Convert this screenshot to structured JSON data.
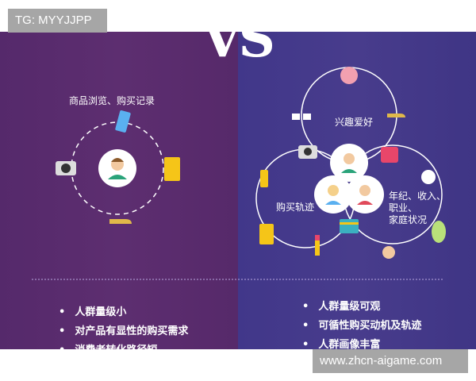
{
  "watermark_top": "TG: MYYJJPP",
  "watermark_bottom": "www.zhcn-aigame.com",
  "vs": "VS",
  "left": {
    "circle_label": "商品浏览、购买记录",
    "bullets": [
      "人群量级小",
      "对产品有显性的购买需求",
      "消费者转化路径短"
    ]
  },
  "right": {
    "labels": {
      "interest": "兴趣爱好",
      "purchase": "购买轨迹",
      "demographics": [
        "年纪、收入、",
        "职业、",
        "家庭状况"
      ]
    },
    "bullets": [
      "人群量级可观",
      "可循性购买动机及轨迹",
      "人群画像丰富"
    ]
  },
  "colors": {
    "left_bg": "#5a2d6e",
    "right_bg": "#453a8a",
    "accent": "#f5c518"
  }
}
